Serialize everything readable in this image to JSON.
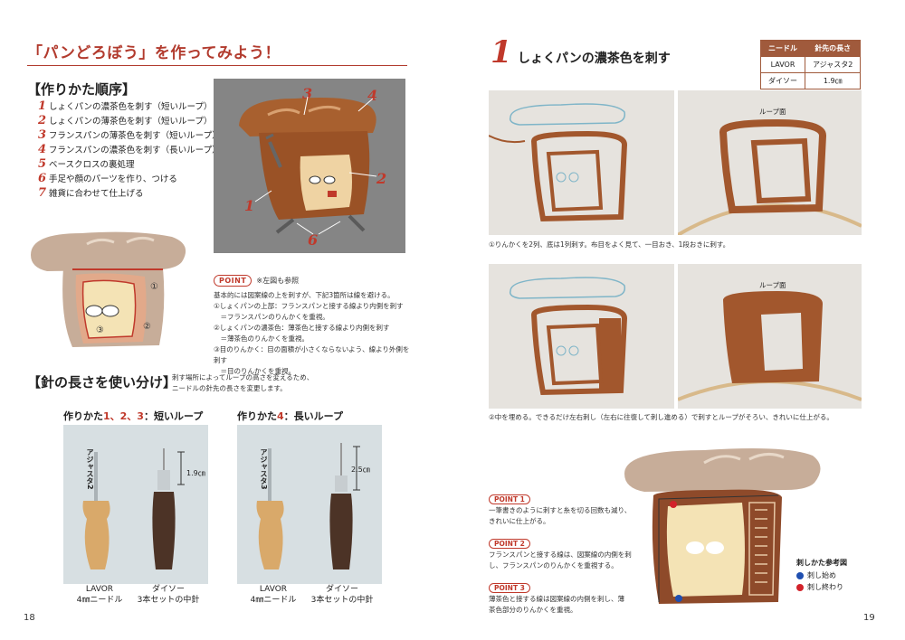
{
  "left": {
    "title": "「パンどろぼう」を作ってみよう！",
    "steps_heading": "【作りかた順序】",
    "steps": [
      {
        "num": "1",
        "text": "しょくパンの濃茶色を刺す（短いループ）"
      },
      {
        "num": "2",
        "text": "しょくパンの薄茶色を刺す（短いループ）"
      },
      {
        "num": "3",
        "text": "フランスパンの薄茶色を刺す（短いループ）"
      },
      {
        "num": "4",
        "text": "フランスパンの濃茶色を刺す（長いループ）"
      },
      {
        "num": "5",
        "text": "ベースクロスの裏処理"
      },
      {
        "num": "6",
        "text": "手足や顔のパーツを作り、つける"
      },
      {
        "num": "7",
        "text": "雑貨に合わせて仕上げる"
      }
    ],
    "photo_labels": [
      "3",
      "4",
      "2",
      "1",
      "6"
    ],
    "diagram_labels": [
      "①",
      "②",
      "③"
    ],
    "point": {
      "badge": "POINT",
      "note": "※左図も参照",
      "lines": [
        "基本的には図案線の上を刺すが、下記3箇所は線を避ける。",
        "①しょくパンの上部：フランスパンと接する線より内側を刺す",
        "　＝フランスパンのりんかくを重視。",
        "②しょくパンの濃茶色：薄茶色と接する線より内側を刺す",
        "　＝薄茶色のりんかくを重視。",
        "③目のりんかく：目の面積が小さくならないよう、線より外側を刺す",
        "　＝目のりんかくを重視。"
      ]
    },
    "needle_heading": "【針の長さを使い分け】",
    "needle_desc": [
      "刺す場所によってループの高さを変えるため、",
      "ニードルの針先の長さを変更します。"
    ],
    "short_title_prefix": "作りかた",
    "short_title_nums": "1、2、3",
    "short_title_suffix": "：短いループ",
    "long_title_prefix": "作りかた",
    "long_title_nums": "4",
    "long_title_suffix": "：長いループ",
    "short_photo": {
      "vertical_label": "アジャスタ2",
      "measure": "1.9㎝",
      "cap1": [
        "LAVOR",
        "4㎜ニードル"
      ],
      "cap2": [
        "ダイソー",
        "3本セットの中針"
      ]
    },
    "long_photo": {
      "vertical_label": "アジャスタ3",
      "measure": "2.5㎝",
      "cap1": [
        "LAVOR",
        "4㎜ニードル"
      ],
      "cap2": [
        "ダイソー",
        "3本セットの中針"
      ]
    },
    "page_number": "18"
  },
  "right": {
    "step_num": "1",
    "title": "しょくパンの濃茶色を刺す",
    "table": {
      "headers": [
        "ニードル",
        "針先の長さ"
      ],
      "rows": [
        [
          "LAVOR",
          "アジャスタ2"
        ],
        [
          "ダイソー",
          "1.9㎝"
        ]
      ]
    },
    "loop_label": "ループ面",
    "caption1": "①りんかくを2列、底は1列刺す。布目をよく見て、一目おき、1段おきに刺す。",
    "caption2": "②中を埋める。できるだけ左右刺し（左右に往復して刺し進める）で刺すとループがそろい、きれいに仕上がる。",
    "points": [
      {
        "label": "POINT 1",
        "lines": [
          "一筆書きのように刺すと糸を切る回数も減り、",
          "きれいに仕上がる。"
        ]
      },
      {
        "label": "POINT 2",
        "lines": [
          "フランスパンと接する線は、図案線の内側を刺",
          "し、フランスパンのりんかくを重視する。"
        ]
      },
      {
        "label": "POINT 3",
        "lines": [
          "薄茶色と接する線は図案線の内側を刺し、薄",
          "茶色部分のりんかくを重視。"
        ]
      }
    ],
    "legend": {
      "title": "刺しかた参考図",
      "start": "刺し始め",
      "end": "刺し終わり"
    },
    "page_number": "19",
    "colors": {
      "start": "#1f4fb0",
      "end": "#d2222a",
      "accent": "#c0392b",
      "table_header": "#a05a3c"
    }
  }
}
